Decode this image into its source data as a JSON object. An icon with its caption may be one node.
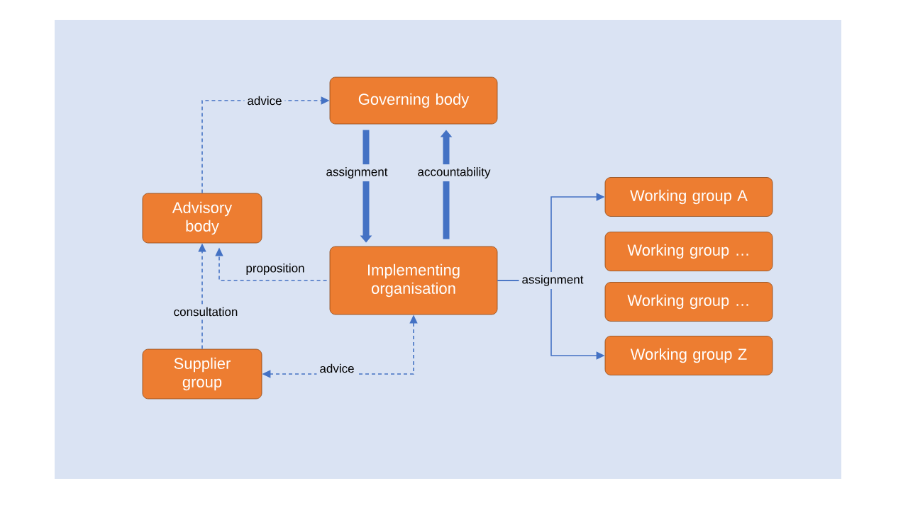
{
  "diagram": {
    "nodes": [
      {
        "text": [
          "Governing body"
        ]
      },
      {
        "text": [
          "Advisory body"
        ]
      },
      {
        "text": [
          "Implementing organisation"
        ]
      },
      {
        "text": [
          "Supplier group"
        ]
      },
      {
        "text": [
          "Working group A"
        ]
      },
      {
        "text": [
          "Working group …"
        ]
      },
      {
        "text": [
          "Working group …"
        ]
      },
      {
        "text": [
          "Working group Z"
        ]
      }
    ],
    "edges": [
      {
        "from": 1,
        "to": 0,
        "arrow": "to",
        "label": "advice",
        "style": "dashed"
      },
      {
        "from": 0,
        "to": 2,
        "arrow": "to",
        "label": "assignment",
        "style": "thick"
      },
      {
        "from": 2,
        "to": 0,
        "arrow": "to",
        "label": "accountability",
        "style": "thick"
      },
      {
        "from": 2,
        "to": 1,
        "arrow": "to",
        "label": "proposition",
        "style": "dashed"
      },
      {
        "from": 3,
        "to": 1,
        "arrow": "to",
        "label": "consultation",
        "style": "dashed"
      },
      {
        "from": 2,
        "to": 3,
        "arrow": "both",
        "label": "advice",
        "style": "dashed"
      },
      {
        "from": 2,
        "to": 4,
        "arrow": "to",
        "label": "assignment"
      },
      {
        "from": 2,
        "to": 7,
        "arrow": "to"
      }
    ]
  }
}
